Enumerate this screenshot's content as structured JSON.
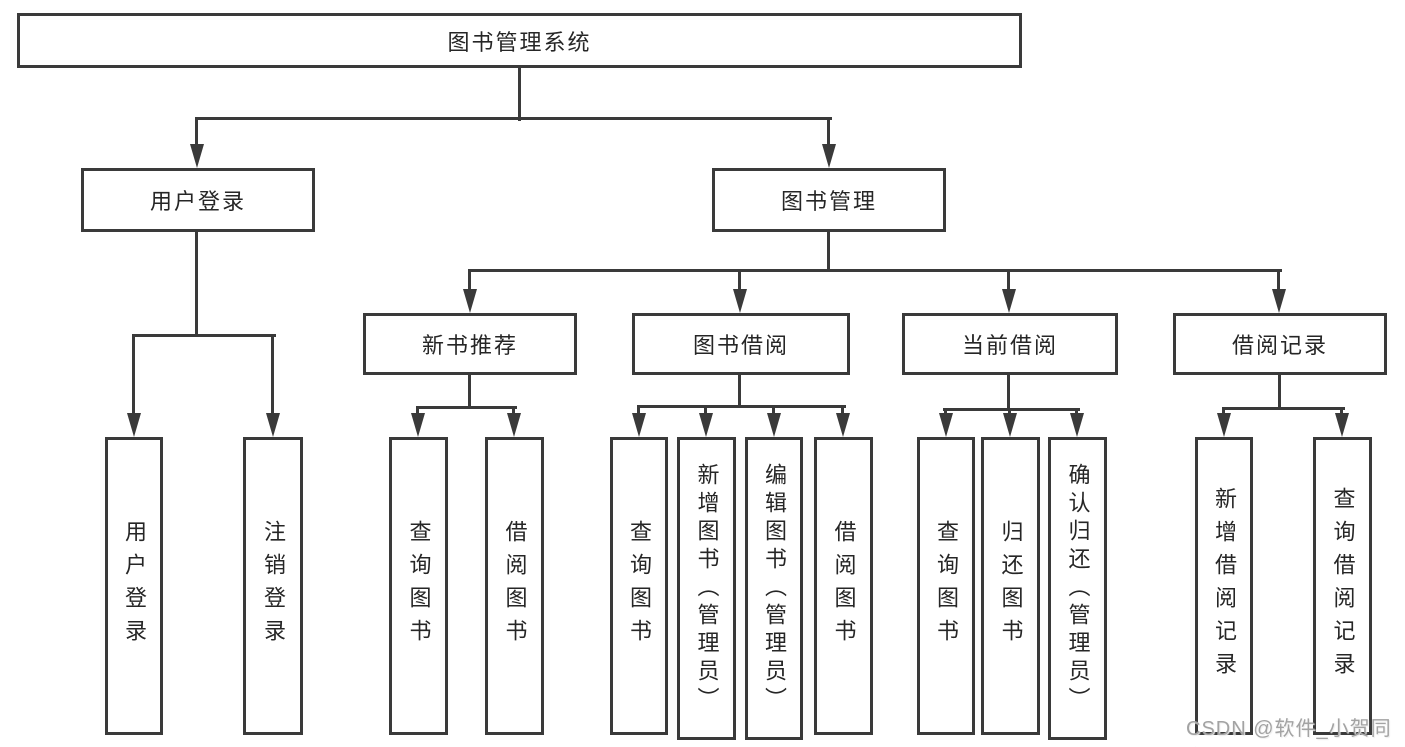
{
  "diagram": {
    "root": {
      "label": "图书管理系统"
    },
    "level2": [
      {
        "label": "用户登录"
      },
      {
        "label": "图书管理"
      }
    ],
    "level3": [
      {
        "label": "新书推荐"
      },
      {
        "label": "图书借阅"
      },
      {
        "label": "当前借阅"
      },
      {
        "label": "借阅记录"
      }
    ],
    "leaves": {
      "user_login": [
        "用户登录",
        "注销登录"
      ],
      "new_book_recommend": [
        "查询图书",
        "借阅图书"
      ],
      "book_borrow": [
        "查询图书",
        "新增图书（管理员）",
        "编辑图书（管理员）",
        "借阅图书"
      ],
      "current_borrow": [
        "查询图书",
        "归还图书",
        "确认归还（管理员）"
      ],
      "borrow_records": [
        "新增借阅记录",
        "查询借阅记录"
      ]
    }
  },
  "watermark": {
    "text": "CSDN @软件_小贺同学"
  },
  "colors": {
    "background": "#ffffff",
    "line": "#3a3a3a",
    "text": "#262626",
    "watermark_text": "#a3a3a3"
  }
}
